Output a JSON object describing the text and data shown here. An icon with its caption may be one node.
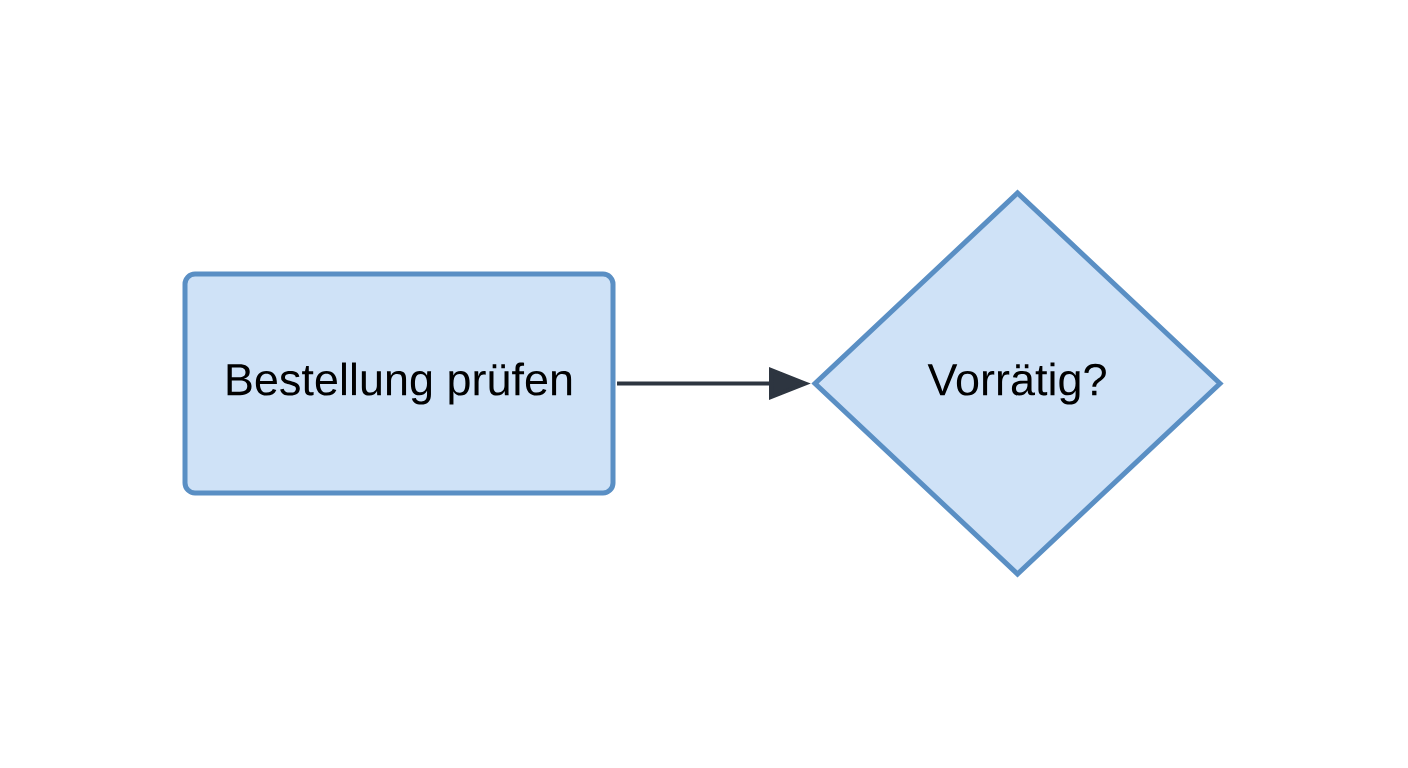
{
  "diagram": {
    "nodes": [
      {
        "text": [
          "Bestellung prüfen"
        ]
      },
      {
        "text": [
          "Vorrätig?"
        ]
      }
    ],
    "edges": [
      {
        "from": 0,
        "to": 1,
        "arrow": "to"
      }
    ]
  }
}
